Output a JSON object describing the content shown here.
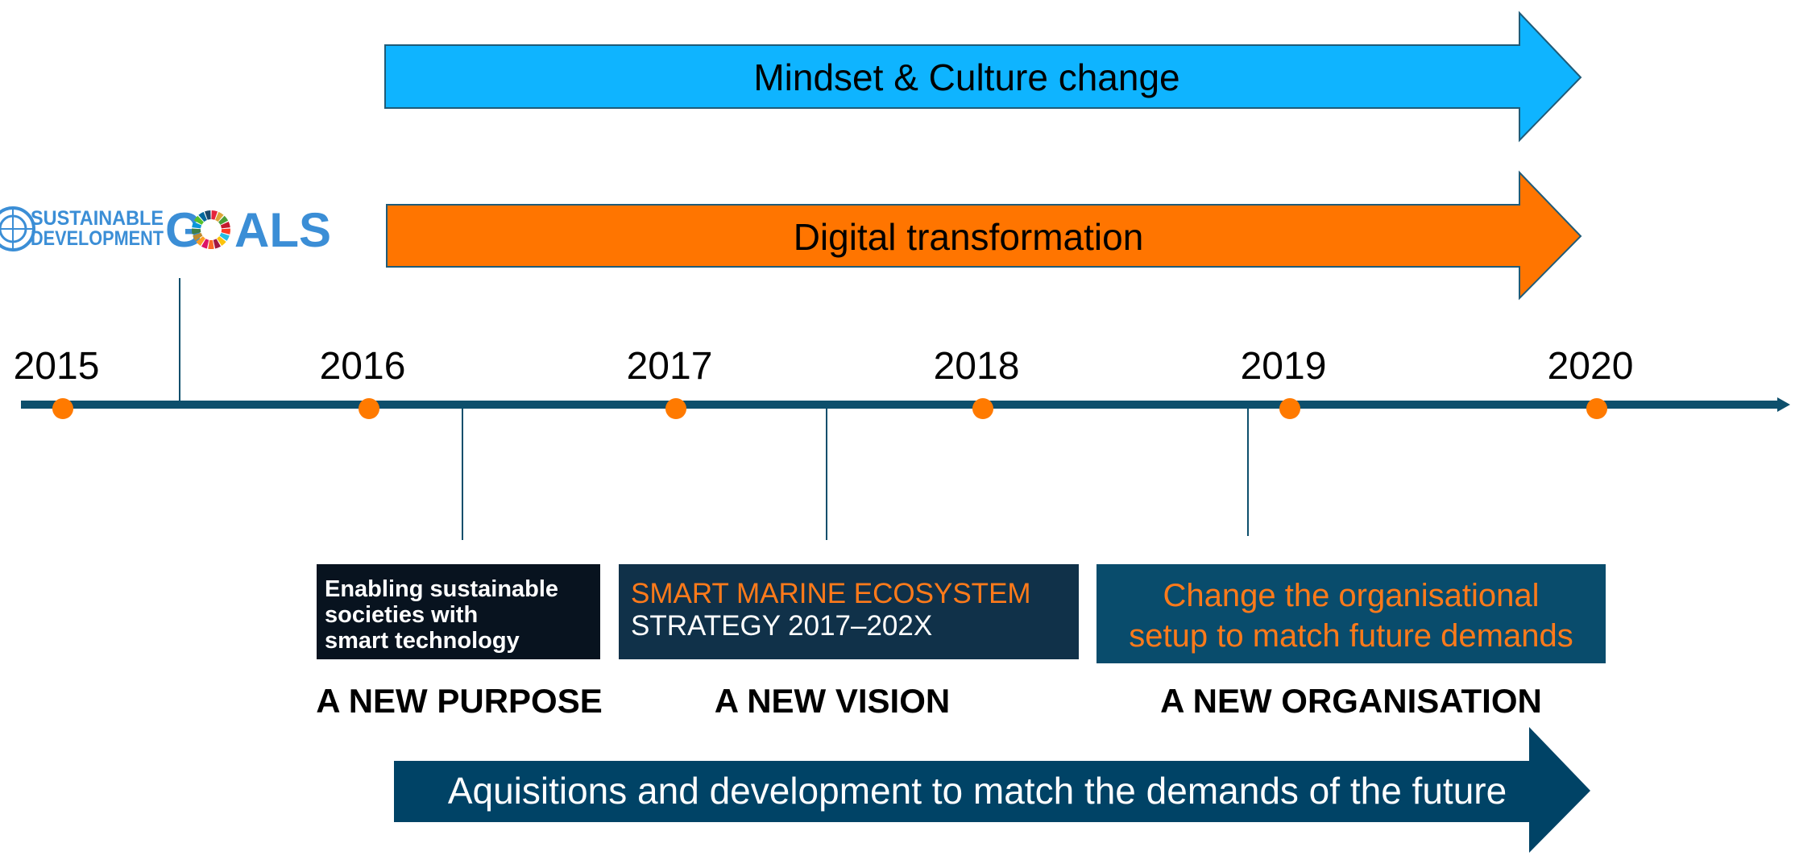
{
  "colors": {
    "cyan_arrow": "#0fb4ff",
    "orange_arrow": "#ff7500",
    "navy_arrow": "#004366",
    "timeline": "#0d4f6c",
    "dot": "#ff7a00",
    "box_dark": "#08131f",
    "box_strategy": "#103149",
    "box_org": "#094c6c",
    "orange_text": "#ff7a1a",
    "sdg_blue": "#3b8ed6"
  },
  "arrows": {
    "mindset": "Mindset & Culture change",
    "digital": "Digital transformation",
    "acquisitions": "Aquisitions and development to match the demands of the future"
  },
  "logo": {
    "line1": "SUSTAINABLE",
    "line2": "DEVELOPMENT",
    "word_g": "G",
    "word_als": "ALS"
  },
  "timeline": {
    "years": [
      "2015",
      "2016",
      "2017",
      "2018",
      "2019",
      "2020"
    ]
  },
  "boxes": {
    "purpose": {
      "lines": [
        "Enabling sustainable",
        "societies with",
        "smart technology"
      ]
    },
    "vision": {
      "line1": "SMART MARINE ECOSYSTEM",
      "line2": "STRATEGY 2017–202X"
    },
    "organisation": {
      "line1": "Change the organisational",
      "line2": "setup to match future demands"
    }
  },
  "captions": {
    "purpose": "A NEW PURPOSE",
    "vision": "A NEW VISION",
    "organisation": "A NEW ORGANISATION"
  }
}
